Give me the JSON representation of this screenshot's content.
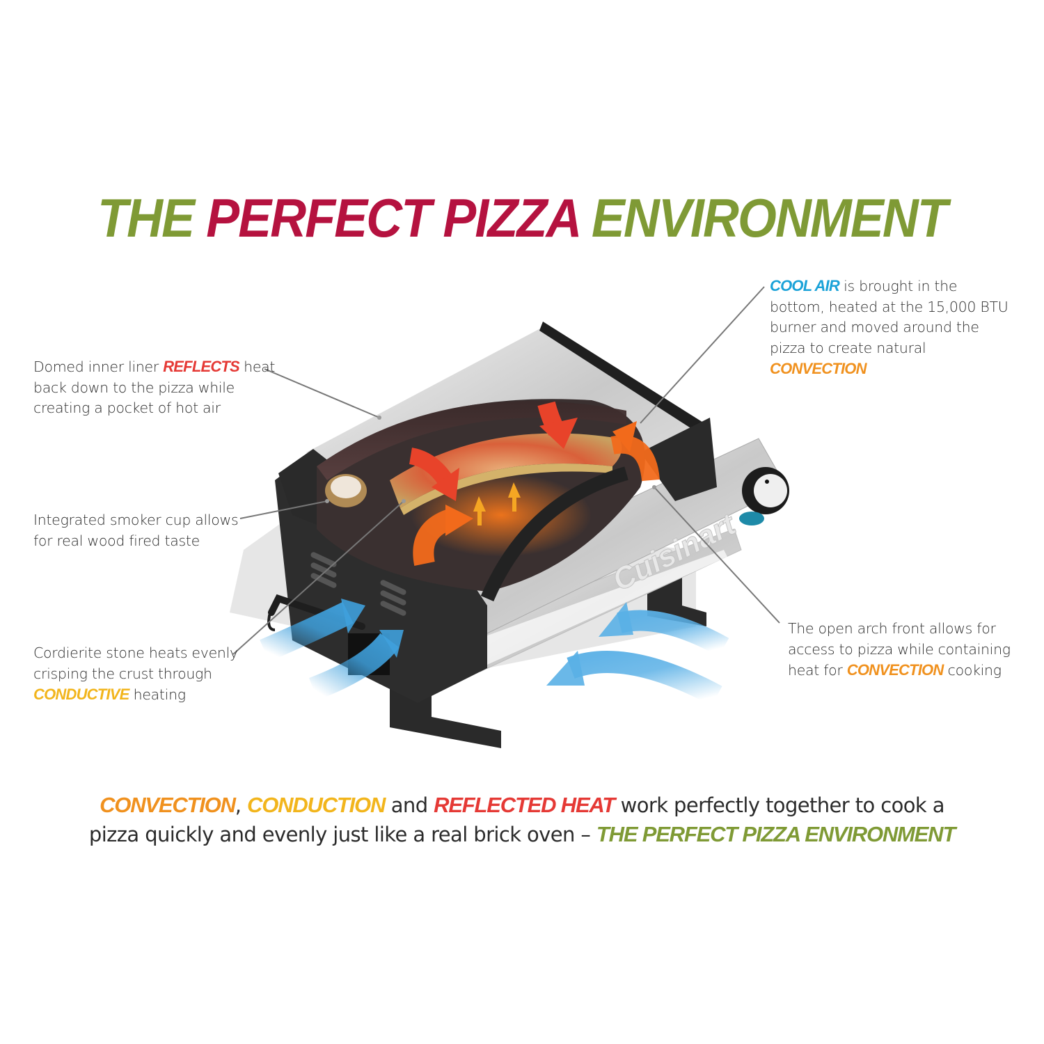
{
  "title": {
    "part1": "THE ",
    "part2": "PERFECT PIZZA",
    "part3": " ENVIRONMENT",
    "colors": {
      "green": "#7f9a35",
      "red": "#b5123f"
    }
  },
  "callouts": {
    "dome": {
      "pre": "Domed inner liner ",
      "keyword": "REFLECTS",
      "post": " heat",
      "line2": "back down to the pizza while",
      "line3": "creating a pocket of hot air"
    },
    "smoker": {
      "line1": "Integrated smoker cup allows",
      "line2": "for real wood fired taste"
    },
    "stone": {
      "line1": "Cordierite stone heats evenly",
      "line2": "crisping the crust through",
      "keyword": "CONDUCTIVE",
      "post": " heating"
    },
    "cool_air": {
      "keyword": "COOL AIR",
      "post": " is brought in the",
      "line2": "bottom, heated at the 15,000 BTU",
      "line3": "burner and moved around the",
      "line4": "pizza to create natural",
      "keyword2": "CONVECTION"
    },
    "arch": {
      "line1": "The open arch front allows for",
      "line2": "access to pizza while containing",
      "pre3": "heat for ",
      "keyword": "CONVECTION",
      "post3": " cooking"
    }
  },
  "footer": {
    "kw1": "CONVECTION",
    "sep1": ", ",
    "kw2": "CONDUCTION",
    "mid": " and ",
    "kw3": "REFLECTED HEAT",
    "post1": " work perfectly together to cook a",
    "line2": "pizza quickly and evenly just like a real brick oven – ",
    "kw4": "THE PERFECT PIZZA ENVIRONMENT"
  },
  "illustration": {
    "brand": "Cuisinart",
    "colors": {
      "heat_red": "#e8432a",
      "heat_orange": "#f26a1b",
      "up_arrow": "#f5a623",
      "cool_blue": "#3fa0dc",
      "body_dark": "#2b2b2b",
      "steel": "#d7d7d7"
    }
  }
}
